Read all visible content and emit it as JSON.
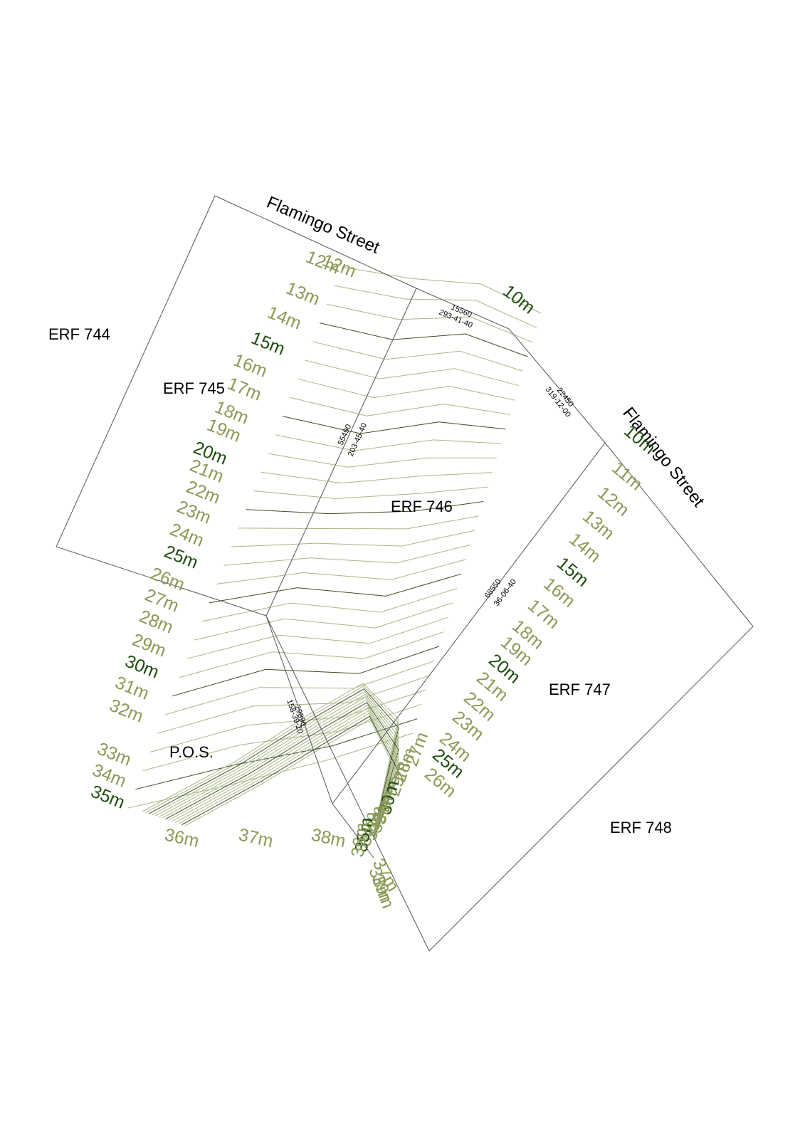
{
  "colors": {
    "boundary": "#555555",
    "contour_minor": "#a8b684",
    "contour_major": "#3d4a2a",
    "label_minor": "#8a9a55",
    "label_major": "#1f4d10",
    "text": "#000000"
  },
  "erfs": {
    "erf744": "ERF 744",
    "erf745": "ERF 745",
    "erf746": "ERF 746",
    "erf747": "ERF 747",
    "erf748": "ERF 748",
    "pos": "P.O.S."
  },
  "streets": {
    "north": "Flamingo Street",
    "east": "Flamingo Street"
  },
  "dimensions": {
    "d1_length": "15560",
    "d1_bearing": "293-41-40",
    "d2_length": "22450",
    "d2_bearing": "319-12-00",
    "d3_length": "55490",
    "d3_bearing": "203-45-40",
    "d4_length": "68550",
    "d4_bearing": "36-06-40",
    "d5_length": "29890",
    "d5_bearing": "158-39-20"
  },
  "contour_labels": {
    "west": [
      "12m",
      "13m",
      "14m",
      "15m",
      "16m",
      "17m",
      "18m",
      "19m",
      "20m",
      "21m",
      "22m",
      "23m",
      "24m",
      "25m",
      "26m",
      "27m",
      "28m",
      "29m",
      "30m",
      "31m",
      "32m",
      "33m",
      "34m",
      "35m"
    ],
    "west_top": "12m",
    "bottom": [
      "36m",
      "37m",
      "38m"
    ],
    "north_east": "10m",
    "east": [
      "10m",
      "11m",
      "12m",
      "13m",
      "14m",
      "15m",
      "16m",
      "17m",
      "18m",
      "19m",
      "20m",
      "21m",
      "22m",
      "23m",
      "24m",
      "25m",
      "26m"
    ],
    "cluster": [
      "27m",
      "28m",
      "29m",
      "30m",
      "31m",
      "32m",
      "33m",
      "34m",
      "35m",
      "36m",
      "37m",
      "38m",
      "39m"
    ]
  }
}
